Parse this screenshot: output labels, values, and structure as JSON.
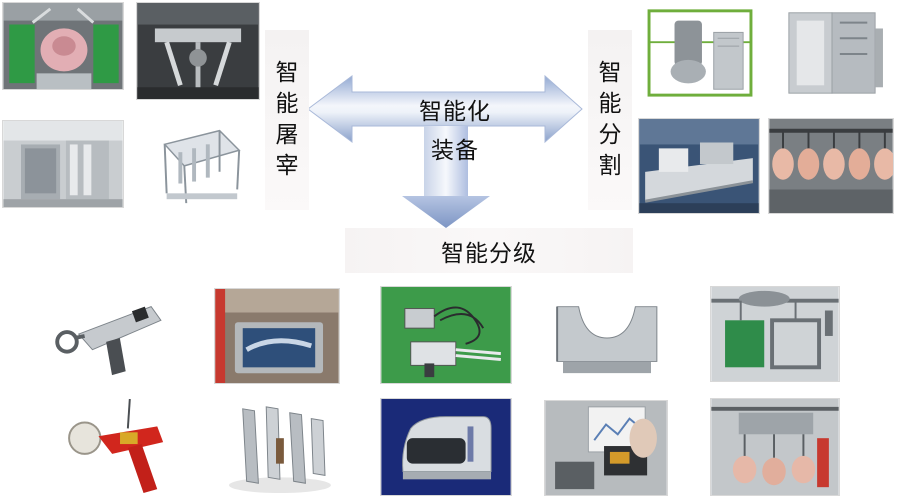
{
  "center": {
    "line1": "智能化",
    "line2": "装备"
  },
  "left_label": [
    "智",
    "能",
    "屠",
    "宰"
  ],
  "right_label": [
    "智",
    "能",
    "分",
    "割"
  ],
  "bottom_label": "智能分级",
  "colors": {
    "arrow_top": "#9ab0d6",
    "arrow_mid": "#eef2f9",
    "arrow_bottom": "#7f97c5"
  }
}
